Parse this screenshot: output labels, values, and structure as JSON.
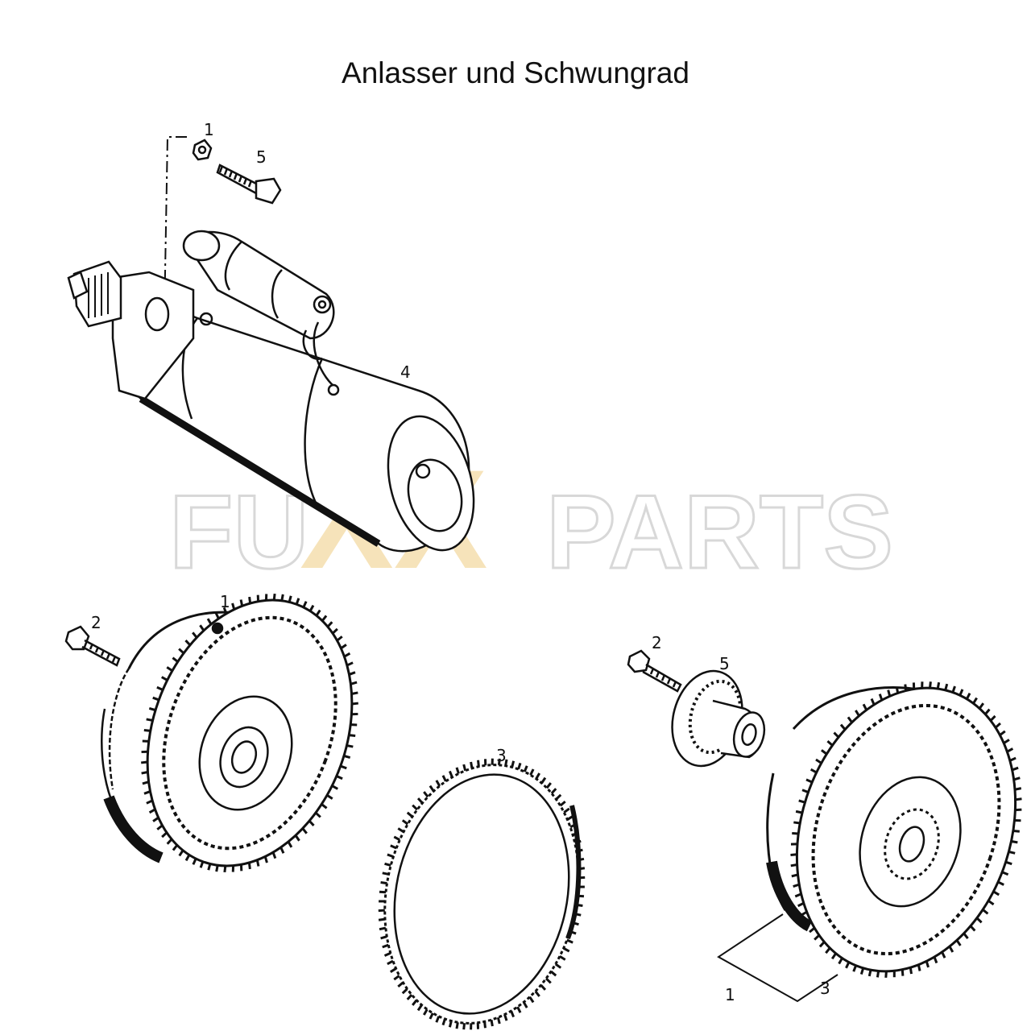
{
  "title": "Anlasser und Schwungrad",
  "watermark": {
    "prefix": "FU",
    "x_letters": "XX",
    "suffix": "PARTS",
    "accent_color": "#f5dfae",
    "outline_color": "#d8d8d8"
  },
  "callouts": {
    "starter_nut": "1",
    "starter_bolt": "5",
    "starter_motor": "4",
    "flywheel_a": "1",
    "flywheel_a_bolt": "2",
    "ring_gear": "3",
    "flywheel_b_bolt": "2",
    "hub": "5",
    "flywheel_b_assembly": "1",
    "flywheel_b_ring": "3"
  }
}
